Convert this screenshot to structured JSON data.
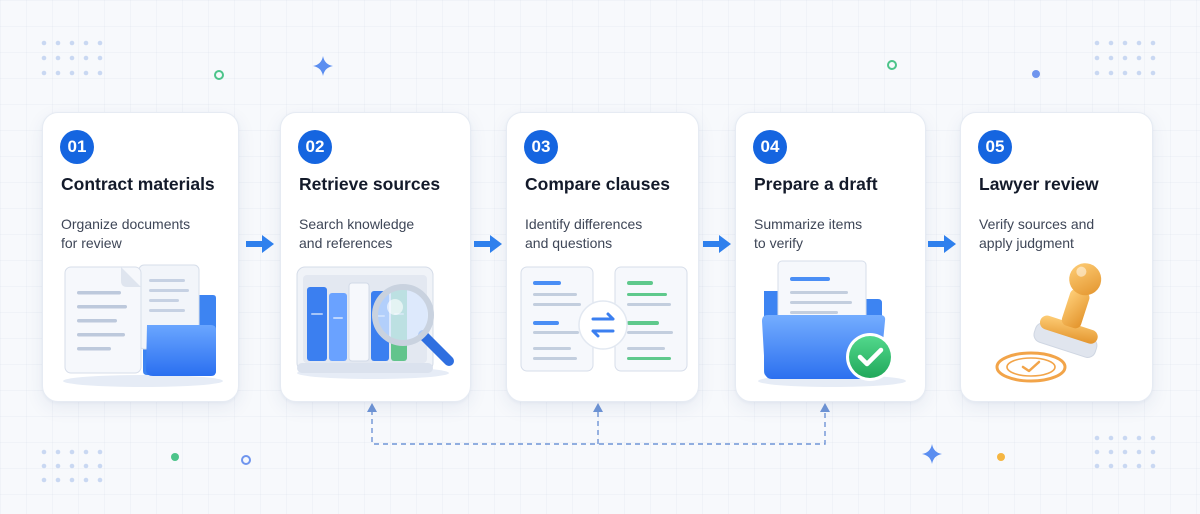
{
  "steps": [
    {
      "number": "01",
      "title": "Contract materials",
      "desc": [
        "Organize documents",
        "for review"
      ],
      "icon": "documents-folder-icon"
    },
    {
      "number": "02",
      "title": "Retrieve sources",
      "desc": [
        "Search knowledge",
        "and references"
      ],
      "icon": "bookshelf-magnifier-icon"
    },
    {
      "number": "03",
      "title": "Compare clauses",
      "desc": [
        "Identify differences",
        "and questions"
      ],
      "icon": "compare-documents-icon"
    },
    {
      "number": "04",
      "title": "Prepare a draft",
      "desc": [
        "Summarize items",
        "to verify"
      ],
      "icon": "folder-check-icon"
    },
    {
      "number": "05",
      "title": "Lawyer review",
      "desc": [
        "Verify sources and",
        "apply judgment"
      ],
      "icon": "approval-stamp-icon"
    }
  ],
  "colors": {
    "accent": "#1565e0",
    "arrow": "#2f80ed",
    "check": "#2fbf71",
    "stamp": "#f0a53a",
    "dashed_line": "#6f95d6"
  }
}
